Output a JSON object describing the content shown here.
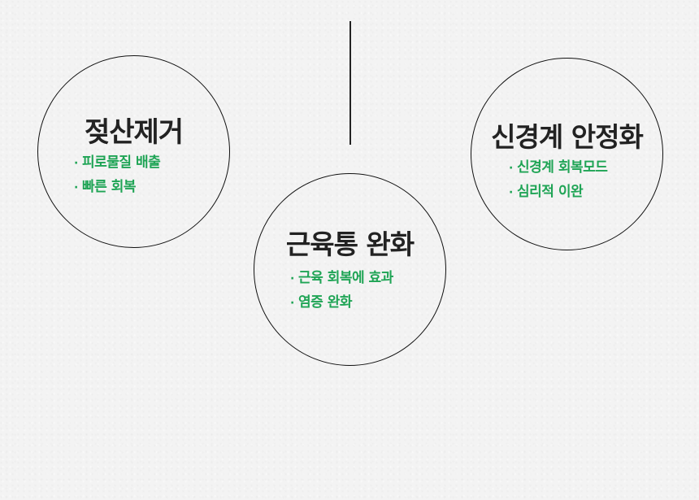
{
  "circles": [
    {
      "title": "젖산제거",
      "items": [
        "피로물질 배출",
        "빠른 회복"
      ]
    },
    {
      "title": "근육통 완화",
      "items": [
        "근육 회복에 효과",
        "염증 완화"
      ]
    },
    {
      "title": "신경계 안정화",
      "items": [
        "신경계 회복모드",
        "심리적 이완"
      ]
    }
  ],
  "colors": {
    "accent": "#1fa455",
    "title": "#222222",
    "line": "#111111"
  }
}
